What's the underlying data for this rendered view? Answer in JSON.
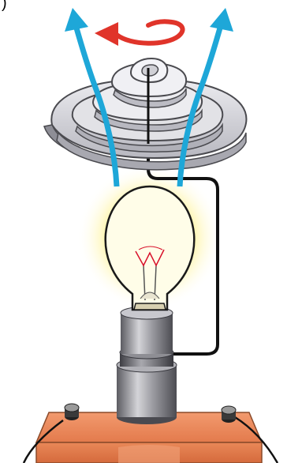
{
  "figure": {
    "part_label": ")"
  },
  "colors": {
    "background": "#ffffff",
    "air_flow_arrow": "#1ea7d8",
    "rotation_arrow": "#e0342a",
    "spiral_fill": "#d8d8dc",
    "spiral_stroke": "#4a4a4f",
    "wire": "#111111",
    "glow": "#fff7b0",
    "bulb_glass": "#fffde8",
    "socket_metal": "#9a9aa0",
    "base_block": "#ec8a5c",
    "terminal": "#333333"
  },
  "icons": {
    "air_flow": "up-arrow-icon",
    "rotation": "curved-arrow-icon",
    "spiral": "paper-spiral",
    "bulb": "light-bulb",
    "socket": "bulb-socket",
    "base": "wooden-base",
    "terminals": "binding-post"
  }
}
